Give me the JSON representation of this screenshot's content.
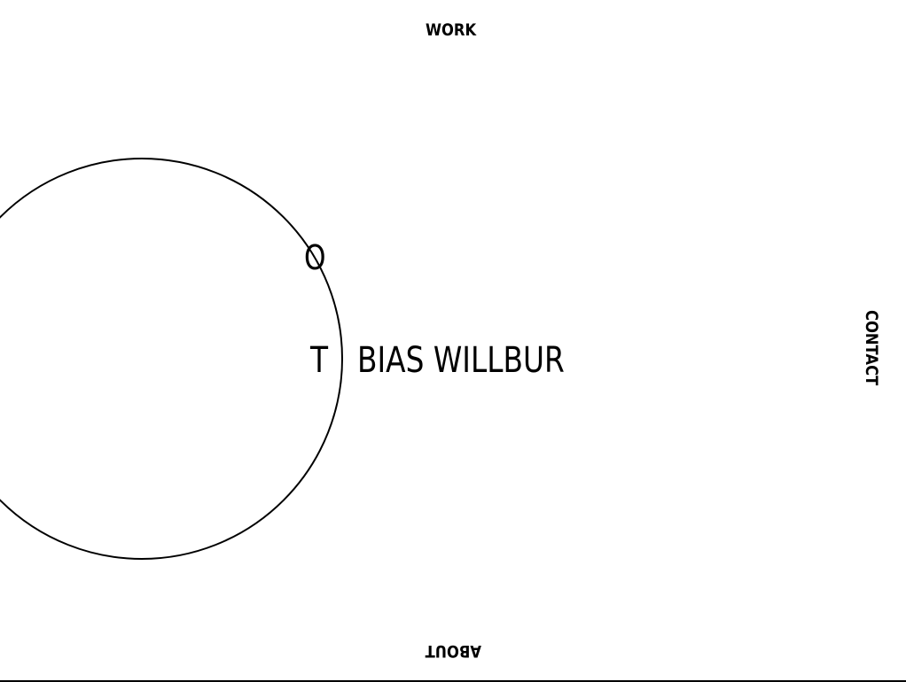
{
  "nav": {
    "top_label": "WORK",
    "right_label": "CONTACT",
    "bottom_label": "ABOUT"
  },
  "hero": {
    "orbit_letter": "O",
    "name_first_letter": "T",
    "name_rest": "BIAS WILLBUR"
  },
  "colors": {
    "background": "#ffffff",
    "ink": "#000000"
  }
}
